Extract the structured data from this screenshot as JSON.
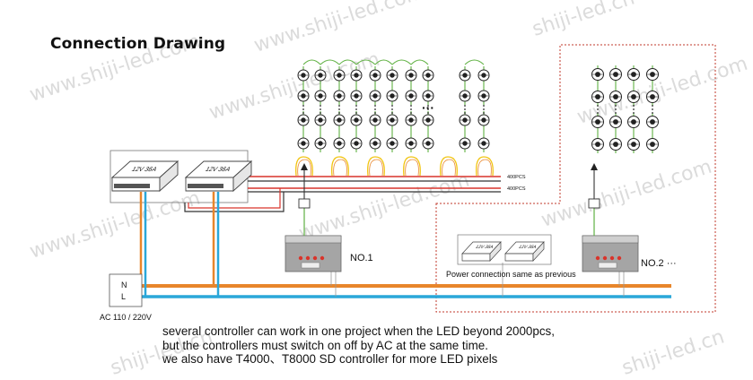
{
  "title": "Connection Drawing",
  "notes": [
    "several controller can work in one project when the LED beyond 2000pcs,",
    "but the controllers must switch on off by AC at the same time.",
    "we also have T4000、T8000 SD controller for more LED pixels"
  ],
  "power_supply_label": "12V 36A",
  "controller_1_label": "NO.1",
  "controller_2_label": "NO.2 ···",
  "mains_labels": {
    "n": "N",
    "l": "L",
    "voltage": "AC 110 / 220V"
  },
  "pixel_count_labels": [
    "400PCS",
    "400PCS"
  ],
  "power_note": "Power connection same as previous",
  "ellipsis": "···",
  "watermark": "www.shiji-led.com",
  "watermark_alt": "shiji-led.cn",
  "colors": {
    "ac_orange": "#e8862b",
    "ac_blue": "#2aa7d9",
    "dc_red": "#d9342b",
    "signal_yellow": "#f1c40f",
    "wire_green": "#5fb142",
    "frame_red": "#c0392b",
    "device_gray": "#9a9a9a"
  }
}
